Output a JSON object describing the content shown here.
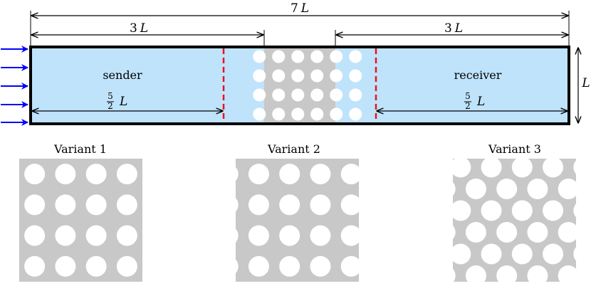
{
  "dimensions": {
    "total": {
      "coef": "7",
      "unit": "L"
    },
    "left": {
      "coef": "3",
      "unit": "L"
    },
    "right": {
      "coef": "3",
      "unit": "L"
    },
    "height": {
      "unit": "L"
    },
    "sender_inner": {
      "num": "5",
      "den": "2",
      "unit": "L"
    },
    "receiver_inner": {
      "num": "5",
      "den": "2",
      "unit": "L"
    }
  },
  "labels": {
    "sender": "sender",
    "receiver": "receiver",
    "variant1": "Variant 1",
    "variant2": "Variant 2",
    "variant3": "Variant 3"
  },
  "colors": {
    "fluid": "#bfe3fb",
    "solid": "#c8c8c8",
    "interface": "#e8141c",
    "inflow_arrows": "#0000ff",
    "outline": "#000000"
  },
  "inflow_arrow_count": 5
}
